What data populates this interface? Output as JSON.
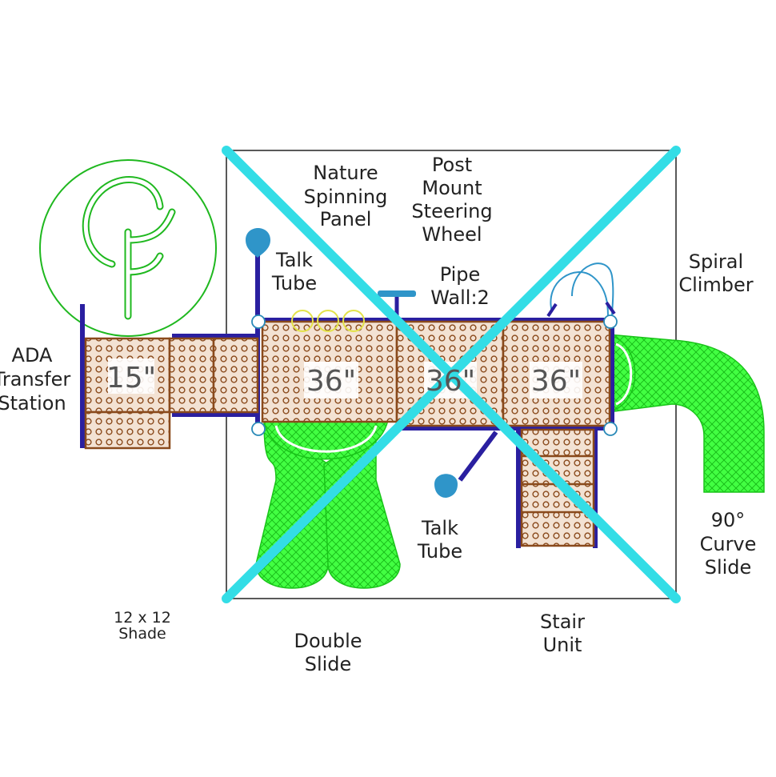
{
  "colors": {
    "deck": "#f3e2d3",
    "deck_edge": "#8a4a1c",
    "dots": "#8a4a1c",
    "frame": "#2a1fa0",
    "slide": "#33ff33",
    "slide_dark": "#19c419",
    "shade_x": "#33dde6",
    "logo": "#1fb81f",
    "handle": "#2f95c9",
    "ring": "#e3e34a"
  },
  "icons": {
    "logo": "playground-logo-icon",
    "talk_tube": "talk-tube-icon",
    "steering_wheel": "steering-wheel-icon",
    "spiral_climber": "spiral-climber-icon"
  },
  "labels": {
    "ada": [
      "ADA",
      "Transfer",
      "Station"
    ],
    "nature": [
      "Nature",
      "Spinning",
      "Panel"
    ],
    "post_mount": [
      "Post",
      "Mount",
      "Steering",
      "Wheel"
    ],
    "talk_tube_top": [
      "Talk",
      "Tube"
    ],
    "pipe_wall": [
      "Pipe",
      "Wall:2"
    ],
    "spiral": [
      "Spiral",
      "Climber"
    ],
    "talk_tube_bottom": [
      "Talk",
      "Tube"
    ],
    "curve_slide": [
      "90°",
      "Curve",
      "Slide"
    ],
    "shade": [
      "12 x 12",
      "Shade"
    ],
    "double_slide": [
      "Double",
      "Slide"
    ],
    "stair_unit": [
      "Stair",
      "Unit"
    ]
  },
  "decks": {
    "d15": "15\"",
    "d36a": "36\"",
    "d36b": "36\"",
    "d36c": "36\""
  }
}
